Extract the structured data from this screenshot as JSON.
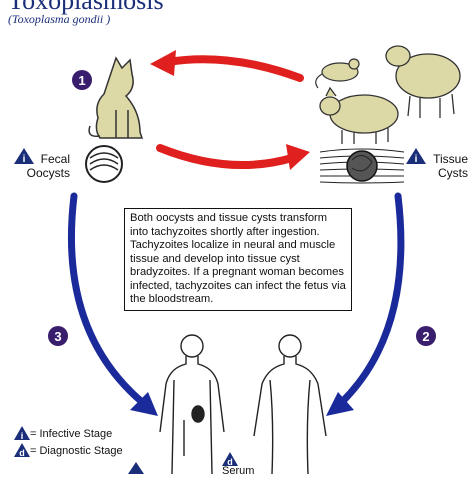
{
  "title": "Toxoplasmosis",
  "subtitle": "(Toxoplasma gondii )",
  "steps": {
    "step1": "1",
    "step2": "2",
    "step3": "3"
  },
  "fecal_label": [
    "Fecal",
    "Oocysts"
  ],
  "tissue_label": [
    "Tissue",
    "Cysts"
  ],
  "info_text": "Both oocysts and tissue cysts transform into tachyzoites shortly after ingestion. Tachyzoites localize in neural and muscle tissue and develop into tissue cyst bradyzoites. If a pregnant woman becomes infected, tachyzoites can infect the fetus via the bloodstream.",
  "legend": {
    "infective_symbol": "i",
    "infective": "= Infective Stage",
    "diagnostic_symbol": "d",
    "diagnostic": "= Diagnostic Stage"
  },
  "serum_label": "Serum",
  "colors": {
    "title": "#1a2e7a",
    "arrow_red": "#e0201e",
    "arrow_blue": "#1a2a9a",
    "step_circle": "#3a1e6e",
    "animal_fill": "#dcd9a6",
    "triangle": "#1a2e7a"
  }
}
